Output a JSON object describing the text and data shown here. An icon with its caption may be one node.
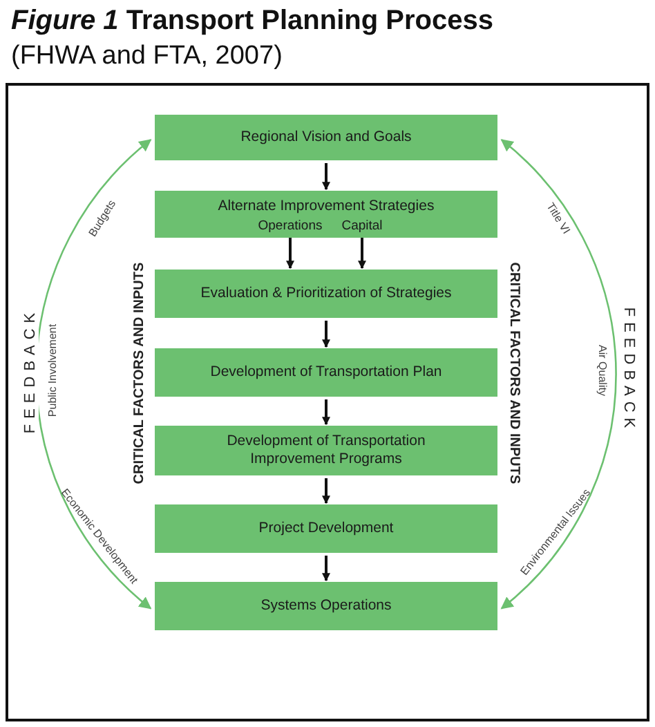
{
  "diagram": {
    "title": "*Figure 1* Transport Planning Process",
    "caption": "(FHWA and FTA, 2007)",
    "nodes": [
      {
        "text": [
          "Regional Vision and Goals"
        ]
      },
      {
        "text": [
          "Alternate Improvement Strategies"
        ]
      },
      {
        "text": [
          "Operations"
        ],
        "in": 1
      },
      {
        "text": [
          "Capital"
        ],
        "in": 1
      },
      {
        "text": [
          "Evaluation & Prioritization of Strategies"
        ]
      },
      {
        "text": [
          "Development of Transportation Plan"
        ]
      },
      {
        "text": [
          "Development of Transportation Improvement Programs"
        ]
      },
      {
        "text": [
          "Project Development"
        ]
      },
      {
        "text": [
          "Systems Operations"
        ]
      }
    ],
    "edges": [
      {
        "from": 0,
        "to": 1,
        "arrow": "to"
      },
      {
        "from": 2,
        "to": 4,
        "arrow": "to"
      },
      {
        "from": 3,
        "to": 4,
        "arrow": "to"
      },
      {
        "from": 4,
        "to": 5,
        "arrow": "to"
      },
      {
        "from": 5,
        "to": 6,
        "arrow": "to"
      },
      {
        "from": 6,
        "to": 7,
        "arrow": "to"
      },
      {
        "from": 7,
        "to": 8,
        "arrow": "to"
      },
      {
        "from": 8,
        "to": 0,
        "arrow": "both",
        "label": "FEEDBACK",
        "color": "#6cc070"
      },
      {
        "from": 0,
        "to": 8,
        "arrow": "both",
        "label": "FEEDBACK",
        "color": "#6cc070"
      }
    ],
    "labels": [
      "Budgets",
      "Public Involvement",
      "Economic Development",
      "Title VI",
      "Air Quality",
      "Environmental Issues",
      "CRITICAL FACTORS AND INPUTS",
      "CRITICAL FACTORS AND INPUTS"
    ]
  }
}
